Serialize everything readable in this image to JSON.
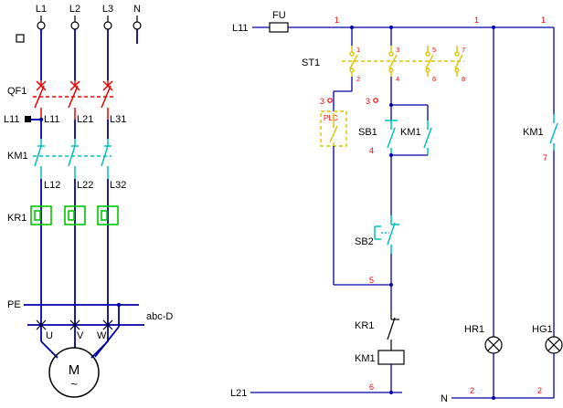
{
  "colors": {
    "wire_blue": "#0000a8",
    "breaker_red": "#e80000",
    "contactor_cyan": "#00bfbf",
    "overload_green": "#00c800",
    "selector_yellow": "#d9c400",
    "node_number_red": "#ff0000",
    "text_black": "#000000",
    "background": "#ffffff"
  },
  "power": {
    "t1": "L1",
    "t2": "L2",
    "t3": "L3",
    "tn": "N",
    "qf1": "QF1",
    "tap": "L11",
    "w11": "L11",
    "w21": "L21",
    "w31": "L31",
    "km1": "KM1",
    "w12": "L12",
    "w22": "L22",
    "w32": "L32",
    "kr1": "KR1",
    "pe": "PE",
    "block": "abc-D",
    "u": "U",
    "v": "V",
    "w": "W",
    "m": "M",
    "wave": "~"
  },
  "control": {
    "feed": "L11",
    "fu": "FU",
    "st1": "ST1",
    "sel_top": [
      "1",
      "3",
      "5",
      "7"
    ],
    "sel_bot": [
      "2",
      "4",
      "6",
      "8"
    ],
    "plc": "PLC",
    "w3a": "3",
    "w3b": "3",
    "sb1": "SB1",
    "seal": "KM1",
    "sb2": "SB2",
    "kr1": "KR1",
    "coil": "KM1",
    "run": "KM1",
    "hr1": "HR1",
    "hg1": "HG1",
    "l21": "L21",
    "n": "N",
    "n1a": "1",
    "n1b": "1",
    "n1c": "1",
    "n2a": "2",
    "n2b": "2",
    "n4": "4",
    "n5": "5",
    "n6": "6",
    "n7": "7"
  }
}
